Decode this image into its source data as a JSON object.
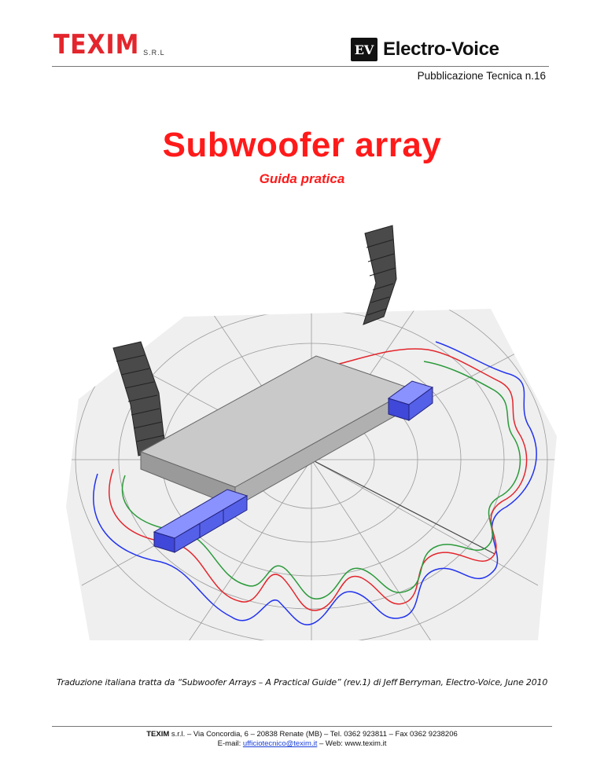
{
  "header": {
    "texim_logo": "TEXIM",
    "texim_suffix": "S.R.L",
    "ev_badge": "EV",
    "ev_logo": "Electro-Voice",
    "publication": "Pubblicazione Tecnica n.16"
  },
  "title": "Subwoofer array",
  "subtitle": "Guida pratica",
  "illustration": {
    "colors": {
      "red": "#e3262d",
      "green": "#2a9a3a",
      "blue": "#2233ee",
      "sub_box": "#5560e8",
      "platform": "#c9c9c9",
      "floor": "#eeeeee"
    }
  },
  "caption": "Traduzione italiana tratta da “Subwoofer Arrays – A Practical Guide” (rev.1) di Jeff Berryman, Electro-Voice, June 2010",
  "footer": {
    "company": "TEXIM",
    "line1_rest": " s.r.l. – Via Concordia, 6 – 20838 Renate (MB) – Tel. 0362 923811 – Fax 0362 9238206",
    "email_label": "E-mail: ",
    "email": "ufficiotecnico@texim.it",
    "web": " – Web: www.texim.it"
  }
}
